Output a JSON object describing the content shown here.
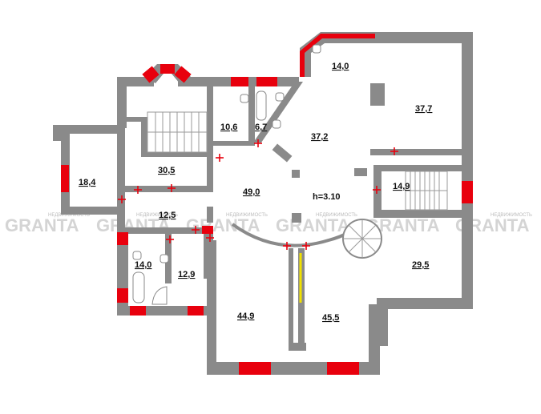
{
  "rooms": [
    {
      "id": "r18_4",
      "area": "18,4"
    },
    {
      "id": "r30_5",
      "area": "30,5"
    },
    {
      "id": "r10_6",
      "area": "10,6"
    },
    {
      "id": "r6_7",
      "area": "6,7"
    },
    {
      "id": "r14_0_top",
      "area": "14,0"
    },
    {
      "id": "r37_7",
      "area": "37,7"
    },
    {
      "id": "r37_2",
      "area": "37,2"
    },
    {
      "id": "r49_0",
      "area": "49,0"
    },
    {
      "id": "r14_9",
      "area": "14,9"
    },
    {
      "id": "r12_5",
      "area": "12,5"
    },
    {
      "id": "r14_0_bath",
      "area": "14,0"
    },
    {
      "id": "r12_9",
      "area": "12,9"
    },
    {
      "id": "r29_5",
      "area": "29,5"
    },
    {
      "id": "r44_9",
      "area": "44,9"
    },
    {
      "id": "r45_5",
      "area": "45,5"
    }
  ],
  "ceiling_height": "h=3.10",
  "watermark": {
    "brand": "GRANTA",
    "tagline": "НЕДВИЖИМОСТЬ"
  },
  "colors": {
    "wall": "#8a8a8a",
    "window": "#e8000d",
    "door": "#e8000d",
    "stair_rail": "#f0e000"
  }
}
